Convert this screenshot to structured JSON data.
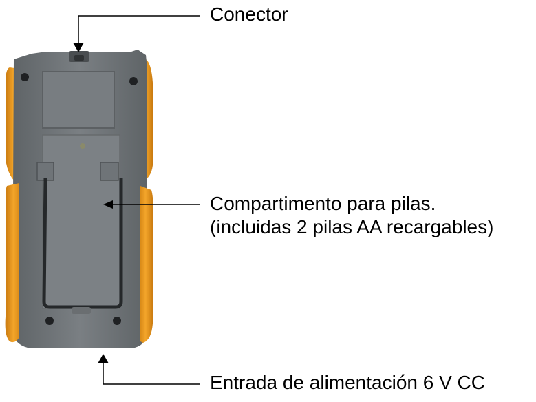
{
  "labels": {
    "connector": "Conector",
    "battery_compartment_line1": "Compartimento para pilas.",
    "battery_compartment_line2": "(incluidas 2 pilas AA recargables)",
    "power_input": "Entrada de alimentación 6 V CC"
  },
  "colors": {
    "body_gray": "#6e7377",
    "panel_gray": "#7c8185",
    "bumper_orange": "#f0a020",
    "bracket_dark": "#2a2c2e",
    "line": "#000000"
  }
}
